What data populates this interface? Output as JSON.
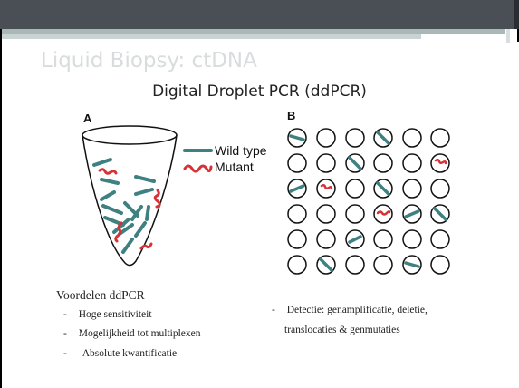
{
  "slide": {
    "title": "Liquid Biopsy: ctDNA",
    "subtitle": "Digital Droplet PCR (ddPCR)"
  },
  "figure": {
    "panel_a_label": "A",
    "panel_b_label": "B",
    "legend": [
      {
        "label": "Wild type",
        "color": "#3f8080"
      },
      {
        "label": "Mutant",
        "color": "#d63236"
      }
    ]
  },
  "advantages": {
    "heading": "Voordelen ddPCR",
    "items": [
      {
        "marker": "-",
        "text": "Hoge sensitiviteit"
      },
      {
        "marker": "-",
        "text": "Mogelijkheid tot multiplexen"
      },
      {
        "marker": "-",
        "text": "Absolute kwantificatie"
      }
    ]
  },
  "detection": {
    "marker": "-",
    "line1": "Detectie: genamplificatie, deletie,",
    "line2": "translocaties & genmutaties"
  },
  "colors": {
    "wild_type": "#3f8080",
    "mutant": "#d63236",
    "header_bar": "#4a4e55"
  }
}
